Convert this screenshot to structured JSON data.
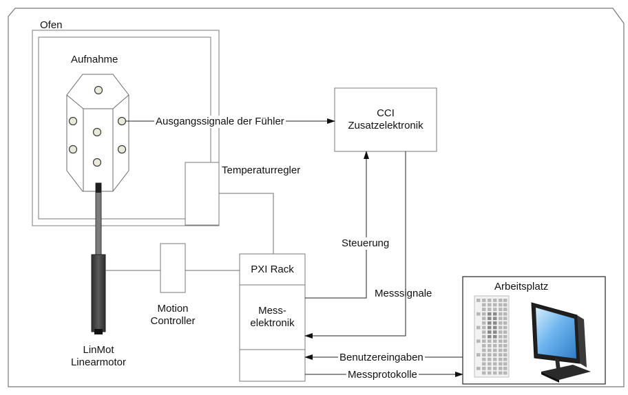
{
  "labels": {
    "ofen": "Ofen",
    "aufnahme": "Aufnahme",
    "ausgangssignale": "Ausgangssignale der Fühler",
    "cci_line1": "CCI",
    "cci_line2": "Zusatzelektronik",
    "temperaturregler": "Temperaturregler",
    "steuerung": "Steuerung",
    "pxi_rack": "PXI Rack",
    "mess_line1": "Mess-",
    "mess_line2": "elektronik",
    "motion_line1": "Motion",
    "motion_line2": "Controller",
    "messsignale": "Messsignale",
    "arbeitsplatz": "Arbeitsplatz",
    "benutzereingaben": "Benutzereingaben",
    "messprotokolle": "Messprotokolle",
    "linmot_line1": "LinMot",
    "linmot_line2": "Linearmotor"
  },
  "colors": {
    "line": "#6e6e6e",
    "box_stroke": "#7a7a7a",
    "sensor_fill": "#e9ead9",
    "motor_dark": "#3a3a3a",
    "motor_mid": "#7b7b7b",
    "screen_blue": "#5aa8e8",
    "monitor_dark": "#222222",
    "keyboard_grey": "#9a9a9a"
  },
  "icons": {
    "workstation": "computer-monitor-icon",
    "keyboard": "keyboard-icon",
    "motor": "linear-motor-icon",
    "sensor": "sensor-icon"
  }
}
